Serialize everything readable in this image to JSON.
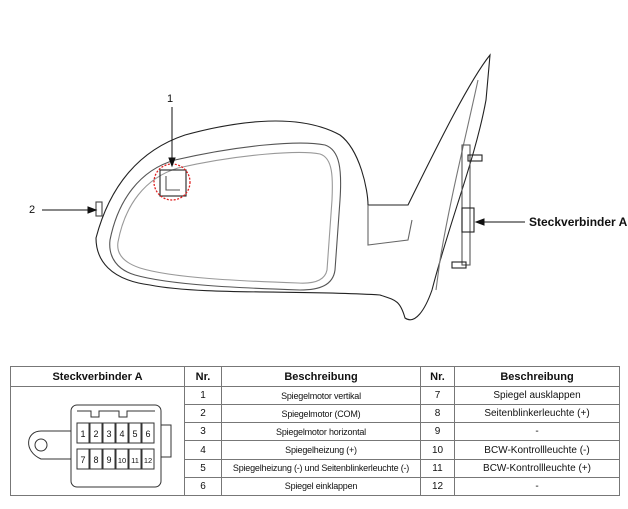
{
  "callouts": {
    "item1": "1",
    "item2": "2",
    "connector": "Steckverbinder A"
  },
  "table": {
    "headers": [
      "Steckverbinder A",
      "Nr.",
      "Beschreibung",
      "Nr.",
      "Beschreibung"
    ],
    "connector_pins_top": [
      "1",
      "2",
      "3",
      "4",
      "5",
      "6"
    ],
    "connector_pins_bottom": [
      "7",
      "8",
      "9",
      "10",
      "11",
      "12"
    ],
    "rows": [
      {
        "nr_left": "1",
        "desc_left": "Spiegelmotor vertikal",
        "nr_right": "7",
        "desc_right": "Spiegel ausklappen"
      },
      {
        "nr_left": "2",
        "desc_left": "Spiegelmotor (COM)",
        "nr_right": "8",
        "desc_right": "Seitenblinkerleuchte (+)"
      },
      {
        "nr_left": "3",
        "desc_left": "Spiegelmotor horizontal",
        "nr_right": "9",
        "desc_right": "-"
      },
      {
        "nr_left": "4",
        "desc_left": "Spiegelheizung (+)",
        "nr_right": "10",
        "desc_right": "BCW-Kontrollleuchte (-)"
      },
      {
        "nr_left": "5",
        "desc_left": "Spiegelheizung (-) und Seitenblinkerleuchte (-)",
        "nr_right": "11",
        "desc_right": "BCW-Kontrollleuchte (+)"
      },
      {
        "nr_left": "6",
        "desc_left": "Spiegel einklappen",
        "nr_right": "12",
        "desc_right": "-"
      }
    ]
  },
  "colors": {
    "highlight": "#e02020"
  }
}
